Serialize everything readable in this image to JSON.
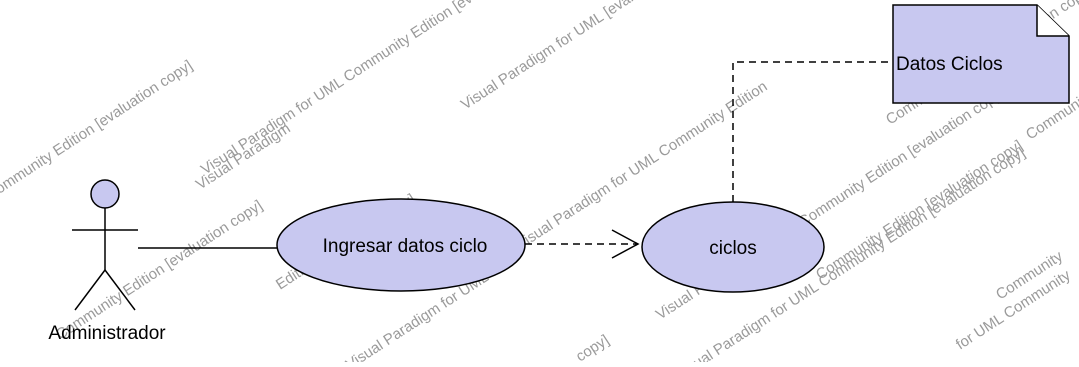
{
  "diagram": {
    "actor": {
      "name": "Administrador"
    },
    "use_cases": [
      {
        "id": "uc-ingresar",
        "label": "Ingresar datos ciclo"
      },
      {
        "id": "uc-ciclos",
        "label": "ciclos"
      }
    ],
    "note": {
      "label": "Datos Ciclos"
    },
    "watermarks": [
      "Community Edition [evaluation copy]",
      "Visual Paradigm for UML Community Edition [evaluation copy]",
      "Visual Paradigm for UML [evaluation copy]",
      "Visual Paradigm for UML Community Edition",
      "Community Edition [evaluation copy]",
      "Visual Paradigm for UML Community Edition [evaluation copy]",
      "Community Edition [evaluation copy]",
      "Visual Paradigm for UML",
      "Visual Paradigm for UML Community Edition [evaluation copy]",
      "Community Edition [evaluation copy]",
      "copy]",
      "Community Edition",
      "for UML Community",
      "Visual Paradigm",
      "Edition [evaluation copy]",
      "Community"
    ]
  },
  "colors": {
    "shape_fill": "#c8c8f0",
    "shape_stroke": "#000000",
    "watermark": "#9a9a9a"
  }
}
